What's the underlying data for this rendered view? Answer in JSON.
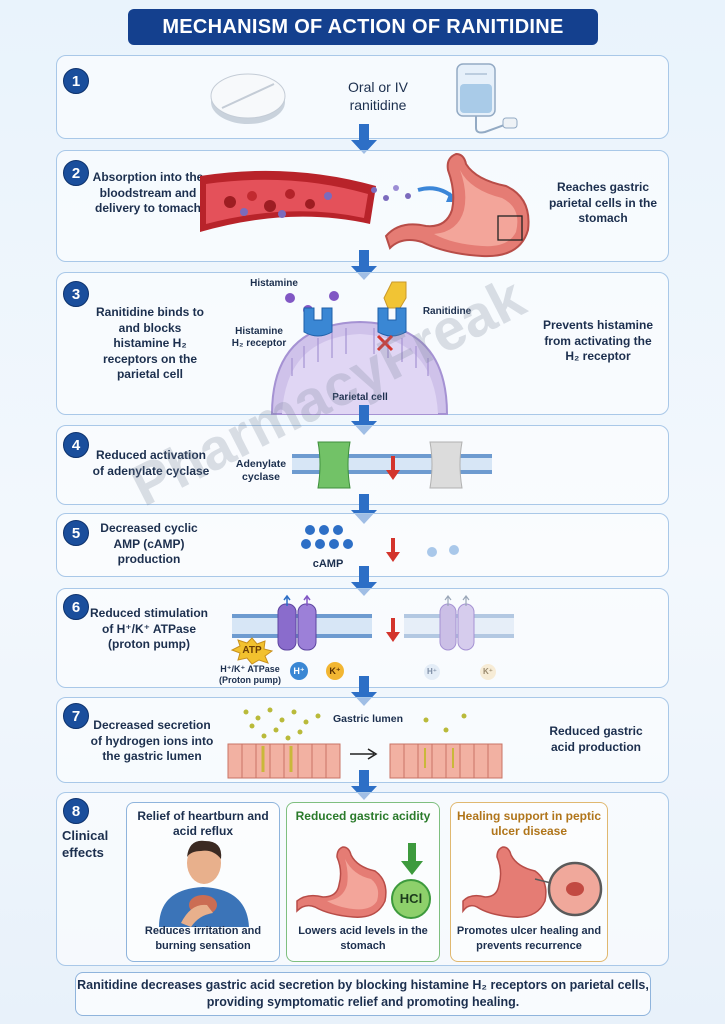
{
  "title": "MECHANISM OF ACTION OF RANITIDINE",
  "steps": [
    {
      "n": "1",
      "text": "Oral or IV ranitidine"
    },
    {
      "n": "2",
      "text": "Absorption into the bloodstream and delivery to tomach",
      "side": "Reaches gastric parietal cells in the stomach"
    },
    {
      "n": "3",
      "text": "Ranitidine binds to and blocks histamine H₂ receptors on the parietal cell",
      "side": "Prevents histamine from activating the H₂ receptor",
      "labels": {
        "histamine": "Histamine",
        "receptor": "Histamine H₂ receptor",
        "drug": "Ranitidine",
        "cell": "Parietal cell"
      }
    },
    {
      "n": "4",
      "text": "Reduced activation of adenylate cyclase",
      "labels": {
        "enzyme": "Adenylate cyclase"
      }
    },
    {
      "n": "5",
      "text": "Decreased cyclic AMP (cAMP) production",
      "labels": {
        "camp": "cAMP"
      }
    },
    {
      "n": "6",
      "text": "Reduced stimulation of H⁺/K⁺ ATPase (proton pump)",
      "labels": {
        "atp": "ATP",
        "pump": "H⁺/K⁺ ATPase (Proton pump)",
        "h": "H⁺",
        "k": "K⁺"
      }
    },
    {
      "n": "7",
      "text": "Decreased secretion of hydrogen ions into the gastric lumen",
      "side": "Reduced gastric acid production",
      "labels": {
        "lumen": "Gastric lumen"
      }
    },
    {
      "n": "8",
      "text": "Clinical effects"
    }
  ],
  "cards": [
    {
      "title": "Relief of heartburn and acid reflux",
      "body": "Reduces irritation and burning sensation",
      "color": "#2f64b4"
    },
    {
      "title": "Reduced gastric acidity",
      "body": "Lowers acid levels in the stomach",
      "badge": "HCl",
      "color": "#3d9a3d"
    },
    {
      "title": "Healing support in peptic ulcer disease",
      "body": "Promotes ulcer healing and prevents recurrence",
      "color": "#c8901c"
    }
  ],
  "summary": "Ranitidine decreases gastric acid secretion by blocking histamine H₂ receptors on parietal cells, providing symptomatic relief and promoting healing.",
  "watermark": "PharmacyFreak"
}
